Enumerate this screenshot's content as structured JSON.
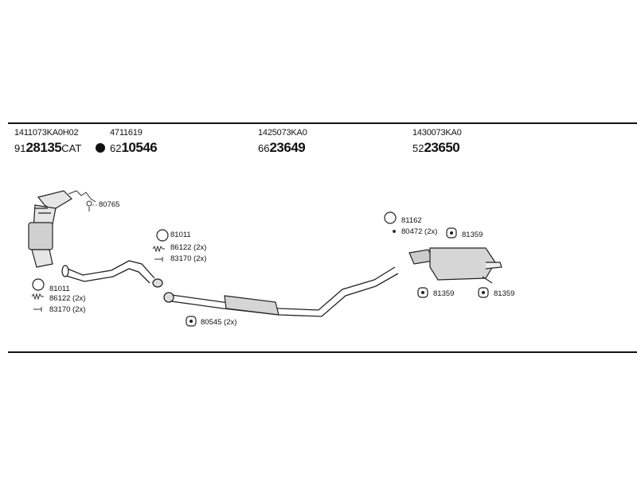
{
  "header": {
    "columns": [
      {
        "part_no": "1411073KA0H02",
        "prefix": "91",
        "number": "28135",
        "suffix": "CAT"
      },
      {
        "part_no": "4711619",
        "prefix": "62",
        "number": "10546",
        "suffix": ""
      },
      {
        "part_no": "1425073KA0",
        "prefix": "66",
        "number": "23649",
        "suffix": ""
      },
      {
        "part_no": "1430073KA0",
        "prefix": "52",
        "number": "23650",
        "suffix": ""
      }
    ]
  },
  "callouts": {
    "c80765": "80765",
    "c81011_top": "81011",
    "c86122_top": "86122 (2x)",
    "c83170_top": "83170 (2x)",
    "c81011_left": "81011",
    "c86122_left": "86122 (2x)",
    "c83170_left": "83170 (2x)",
    "c80545": "80545 (2x)",
    "c81162": "81162",
    "c80472": "80472 (2x)",
    "c81359_a": "81359",
    "c81359_b": "81359",
    "c81359_c": "81359"
  }
}
